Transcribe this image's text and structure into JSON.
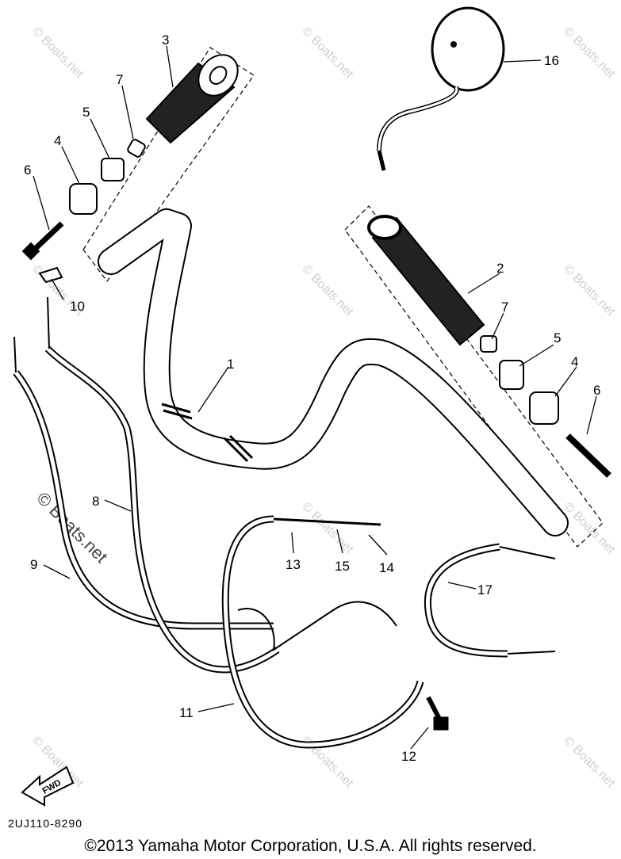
{
  "callouts": {
    "c1": "1",
    "c2": "2",
    "c3": "3",
    "c4a": "4",
    "c4b": "4",
    "c5a": "5",
    "c5b": "5",
    "c6a": "6",
    "c6b": "6",
    "c7a": "7",
    "c7b": "7",
    "c8": "8",
    "c9": "9",
    "c10": "10",
    "c11": "11",
    "c12": "12",
    "c13": "13",
    "c14": "14",
    "c15": "15",
    "c16": "16",
    "c17": "17"
  },
  "watermark": "© Boats.net",
  "fwd_label": "FWD",
  "part_code": "2UJ110-8290",
  "copyright": "©2013 Yamaha Motor Corporation, U.S.A. All rights reserved."
}
